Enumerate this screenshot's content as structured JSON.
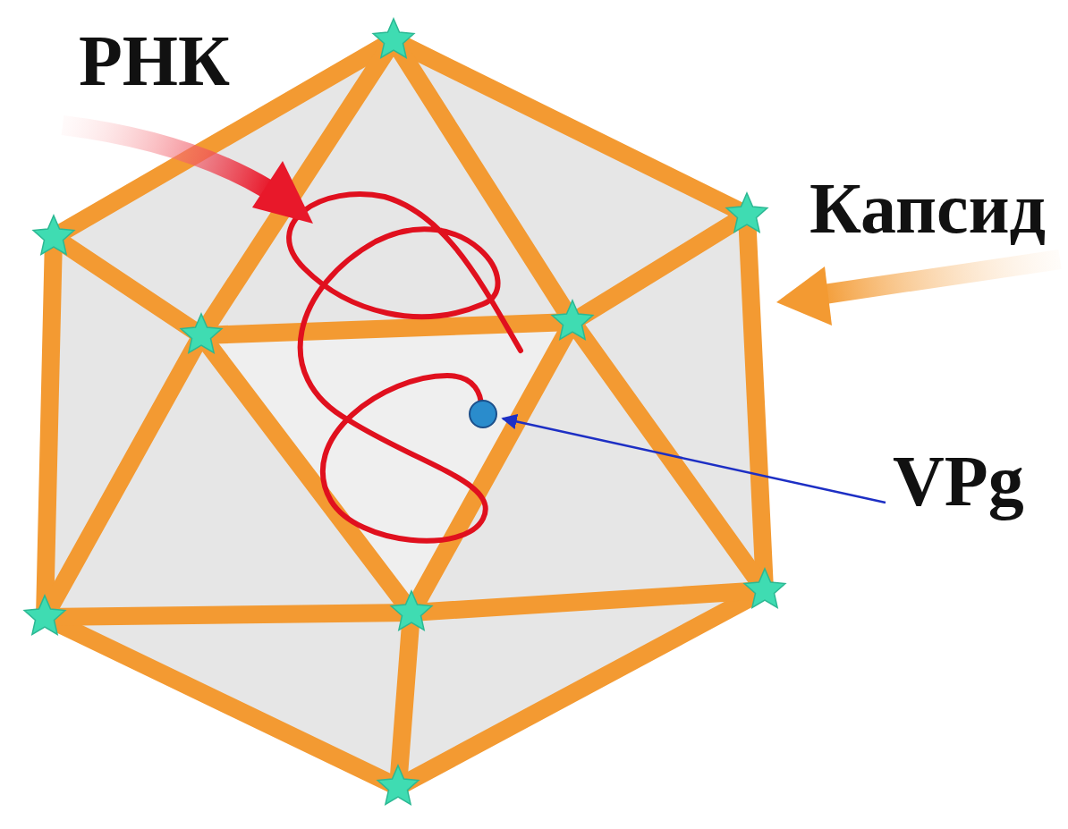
{
  "diagram": {
    "labels": [
      "РНК",
      "Капсид",
      "VPg"
    ]
  }
}
